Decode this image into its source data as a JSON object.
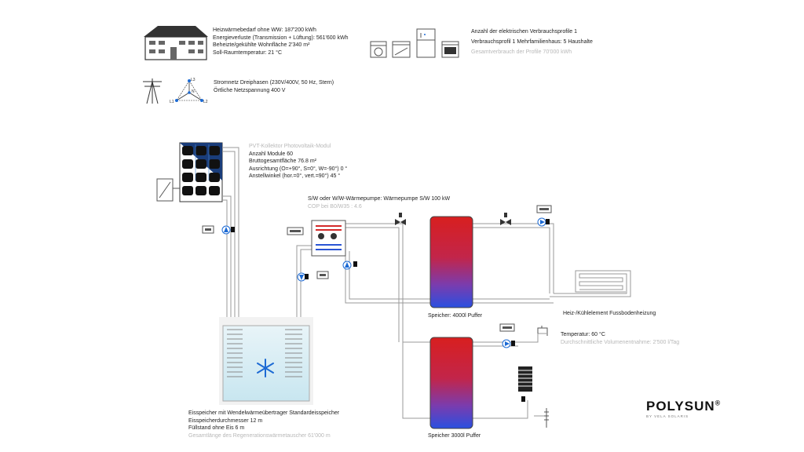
{
  "building": {
    "heat_demand": "Heizwärmebedarf ohne WW: 187'200 kWh",
    "energy_losses": "Energieverluste (Transmission + Lüftung): 561'600 kWh",
    "living_area": "Beheizte/gekühlte Wohnfläche 2'340 m²",
    "room_temp": "Soll-Raumtemperatur: 21 °C"
  },
  "grid": {
    "network": "Stromnetz Dreiphasen (230V/400V, 50 Hz, Stern)",
    "voltage": "Örtliche Netzspannung 400 V",
    "phase_l1": "L1",
    "phase_l2": "L2",
    "phase_l3": "L3",
    "neutral": "N"
  },
  "consumption": {
    "profiles_count": "Anzahl der elektrischen Verbrauchsprofile 1",
    "profile": "Verbrauchsprofil 1 Mehrfamilienhaus: 5 Haushalte",
    "total": "Gesamtverbrauch der Profile 70'000 kWh"
  },
  "pvt": {
    "title": "PVT-Kollektor Photovoltaik-Modul",
    "modules": "Anzahl Module 60",
    "area": "Bruttogesamtfläche 76.8 m²",
    "orientation": "Ausrichtung (O=+90°, S=0°, W=-90°) 0 °",
    "tilt": "Anstellwinkel (hor.=0°, vert.=90°) 45 °"
  },
  "heatpump": {
    "title": "S/W oder W/W-Wärmepumpe: Wärmepumpe S/W 100 kW",
    "cop": "COP bei B0/W35 : 4.6"
  },
  "storage": {
    "tank1": "Speicher: 4000l Puffer",
    "tank2": "Speicher 3000l Puffer"
  },
  "floor": {
    "label": "Heiz-/Kühlelement Fussbodenheizung"
  },
  "dhw": {
    "temp": "Temperatur: 60 °C",
    "volume": "Durchschnittliche Volumenentnahme: 2'500 l/Tag"
  },
  "ice": {
    "title": "Eisspeicher mit Wendelwärmeübertrager Standardeisspeicher",
    "diameter": "Eisspeicherdurchmesser 12 m",
    "fill": "Füllstand ohne Eis 6 m",
    "length": "Gesamtlänge des Regenerationswärmetauscher 61'000 m"
  },
  "logo": {
    "name": "POLYSUN",
    "mark": "®",
    "sub": "BY VELA SOLARIS"
  },
  "colors": {
    "hot": "#d42a2a",
    "cold": "#2a55d4",
    "pipe": "#9a9a9a",
    "ice": "#d4ecf4",
    "pump": "#1c6ad4"
  }
}
